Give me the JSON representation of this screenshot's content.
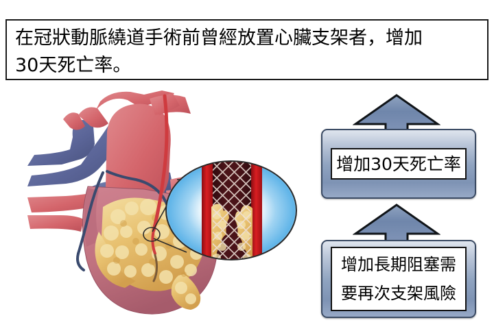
{
  "caption": {
    "line1": "在冠狀動脈繞道手術前曾經放置心臟支架者，增加",
    "line2": "30天死亡率。"
  },
  "flow": {
    "arrow_up_top": "arrow-up-icon",
    "arrow_up_mid": "arrow-up-icon",
    "box_top": {
      "line1": "增加30天死亡率"
    },
    "box_bottom": {
      "line1": "增加長期阻塞需",
      "line2": "要再次支架風險"
    }
  },
  "illustration": {
    "name": "heart-with-coronary-stent-diagram",
    "callout": "stent-magnified-ellipse",
    "parts": {
      "heart": "heart-muscle",
      "arteries": "coronary-arteries",
      "veins": "great-veins",
      "fat": "epicardial-fat",
      "stent": "coronary-stent-mesh",
      "plaque": "atherosclerotic-plaque"
    }
  },
  "colors": {
    "box_border": "#3a4a63",
    "box_fill_light": "#dfe5ee",
    "box_fill_dark": "#7e93b4",
    "caption_border": "#1a1a1a",
    "artery_red": "#d4656b",
    "vein_blue": "#5b6598",
    "fat_yellow": "#e8c170",
    "myocardium": "#c0727f",
    "stent_red": "#c1121a",
    "lumen_dark": "#3d1014",
    "halo_blue": "#7ec4ef"
  }
}
